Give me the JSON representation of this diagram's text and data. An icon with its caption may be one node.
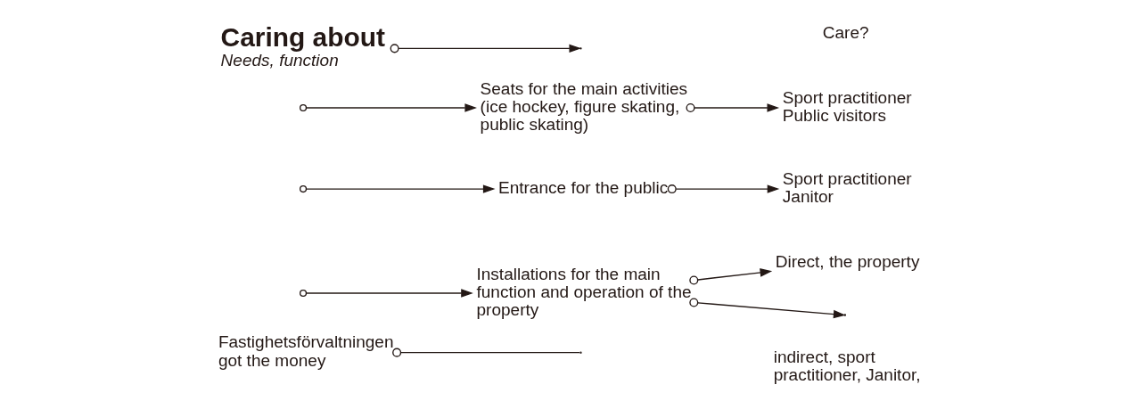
{
  "diagram": {
    "nodes": [
      {
        "text": [
          "Caring about",
          "Needs, function"
        ]
      },
      {
        "text": [
          "Seats for the main activities (ice hockey, figure skating, public skating)"
        ]
      },
      {
        "text": [
          "Entrance for the public"
        ]
      },
      {
        "text": [
          "Installations for the main function and operation of the property"
        ]
      },
      {
        "text": [
          "Sport practitioner",
          "Public visitors"
        ]
      },
      {
        "text": [
          "Sport practitioner",
          "Janitor"
        ]
      },
      {
        "text": [
          "Direct, the property"
        ]
      },
      {
        "text": [
          "indirect, sport practitioner, Janitor,"
        ]
      },
      {
        "text": [
          "Fastighetsförvaltningen got the money"
        ]
      }
    ],
    "edges": [
      {
        "from": 0,
        "to": null,
        "arrow": "to"
      },
      {
        "from": null,
        "to": 1,
        "arrow": "to"
      },
      {
        "from": null,
        "to": 2,
        "arrow": "to"
      },
      {
        "from": null,
        "to": 3,
        "arrow": "to"
      },
      {
        "from": 1,
        "to": 4,
        "arrow": "to"
      },
      {
        "from": 2,
        "to": 5,
        "arrow": "to"
      },
      {
        "from": 3,
        "to": 6,
        "arrow": "to"
      },
      {
        "from": 3,
        "to": null,
        "arrow": "to"
      },
      {
        "from": 8,
        "to": null,
        "arrow": "other"
      }
    ],
    "labels": [
      "Care?"
    ]
  }
}
